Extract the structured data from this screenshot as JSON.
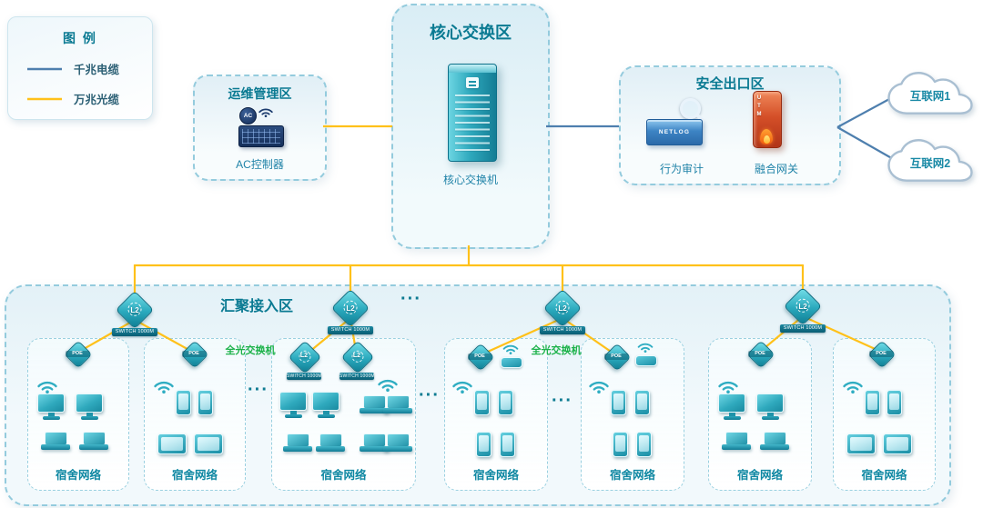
{
  "colors": {
    "fiber": "#ffc11a",
    "gigabit": "#4e7fae",
    "accent_teal": "#0a7a92",
    "optical_green": "#1db24a"
  },
  "legend": {
    "title": "图 例",
    "items": [
      {
        "label": "千兆电缆",
        "type": "gigabit"
      },
      {
        "label": "万兆光缆",
        "type": "fiber"
      }
    ]
  },
  "zones": {
    "ops": {
      "title": "运维管理区",
      "device_label": "AC控制器",
      "badge": "AC"
    },
    "core": {
      "title": "核心交换区",
      "device_label": "核心交换机"
    },
    "security": {
      "title": "安全出口区",
      "devices": [
        {
          "label": "行为审计",
          "badge": "NETLOG"
        },
        {
          "label": "融合网关",
          "badge": "UTM"
        }
      ]
    },
    "aggregation": {
      "title": "汇聚接入区",
      "optical_label": "全光交换机",
      "switch_text": "L2",
      "switch_banner": "SWITCH 1000M",
      "poe_text": "POE",
      "ellipsis": "···"
    }
  },
  "clouds": [
    {
      "label": "互联网1"
    },
    {
      "label": "互联网2"
    }
  ],
  "dorms": [
    {
      "label": "宿舍网络",
      "devices": [
        "poe-switch-icon",
        "wifi-icon",
        "desktop-icon",
        "desktop-icon",
        "laptop-icon",
        "laptop-icon"
      ]
    },
    {
      "label": "宿舍网络",
      "devices": [
        "poe-switch-icon",
        "wifi-icon",
        "phone-icon",
        "phone-icon",
        "tablet-icon",
        "tablet-icon"
      ]
    },
    {
      "label": "宿舍网络",
      "devices": [
        "l2-switch-icon",
        "l2-switch-icon",
        "wifi-icon",
        "desktop-icon",
        "desktop-icon",
        "laptop-icon",
        "laptop-icon",
        "laptop-icon",
        "laptop-icon",
        "laptop-icon",
        "laptop-icon"
      ]
    },
    {
      "label": "宿舍网络",
      "devices": [
        "poe-switch-icon",
        "access-point-icon",
        "wifi-icon",
        "phone-icon",
        "phone-icon",
        "phone-icon",
        "phone-icon"
      ]
    },
    {
      "label": "宿舍网络",
      "devices": [
        "poe-switch-icon",
        "access-point-icon",
        "wifi-icon",
        "phone-icon",
        "phone-icon",
        "phone-icon",
        "phone-icon"
      ]
    },
    {
      "label": "宿舍网络",
      "devices": [
        "poe-switch-icon",
        "wifi-icon",
        "desktop-icon",
        "desktop-icon",
        "laptop-icon",
        "laptop-icon"
      ]
    },
    {
      "label": "宿舍网络",
      "devices": [
        "poe-switch-icon",
        "wifi-icon",
        "phone-icon",
        "phone-icon",
        "tablet-icon",
        "tablet-icon"
      ]
    }
  ]
}
